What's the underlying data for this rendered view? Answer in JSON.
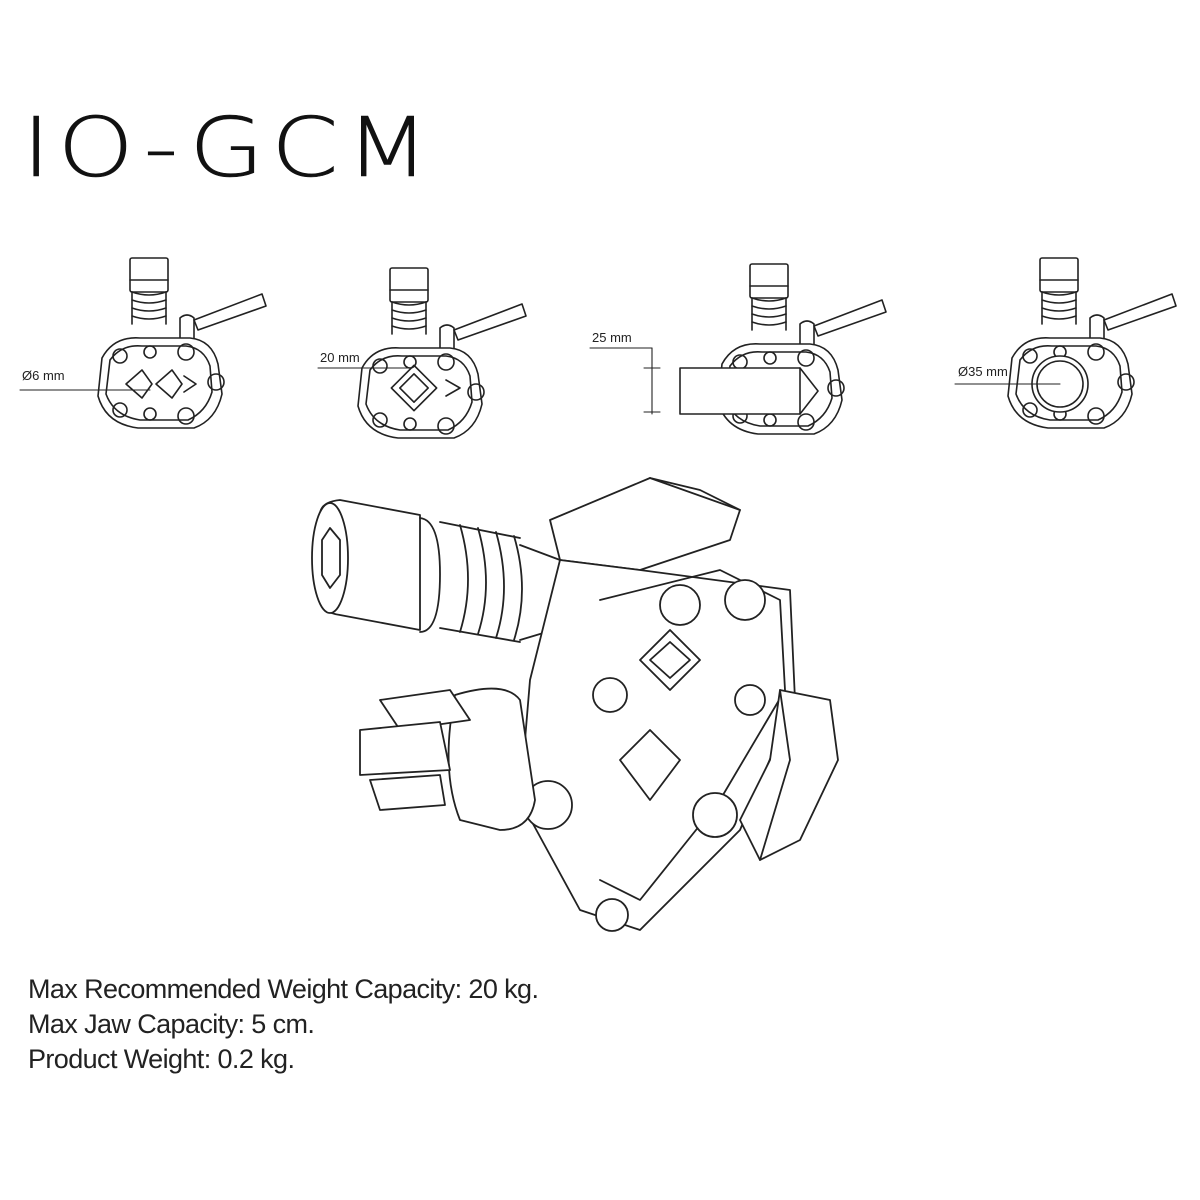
{
  "title": "IO-GCM",
  "views": [
    {
      "label": "Ø6 mm"
    },
    {
      "label": "20 mm"
    },
    {
      "label": "25 mm"
    },
    {
      "label": "Ø35 mm"
    }
  ],
  "specs": [
    "Max Recommended Weight Capacity: 20 kg.",
    "Max Jaw Capacity: 5 cm.",
    "Product Weight: 0.2 kg."
  ]
}
